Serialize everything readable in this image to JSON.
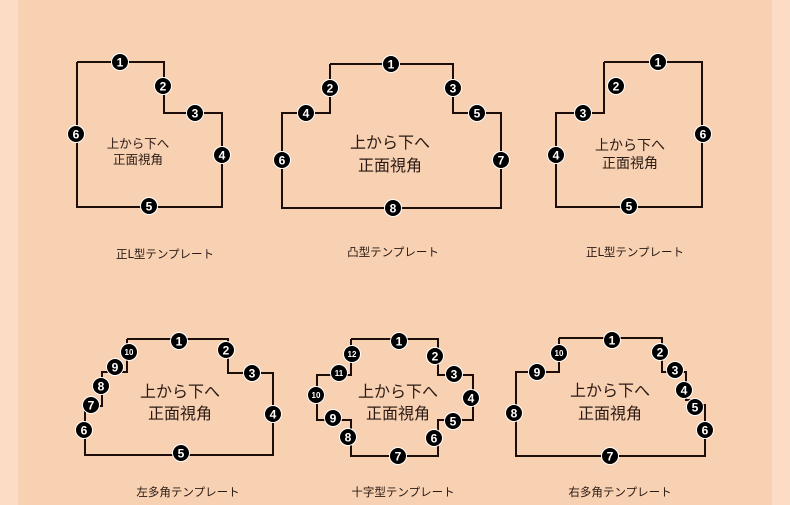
{
  "templates": [
    {
      "caption": "正L型テンプレート",
      "center": [
        "上から下へ",
        "正面視角"
      ],
      "badges": [
        "1",
        "2",
        "3",
        "4",
        "5",
        "6"
      ]
    },
    {
      "caption": "凸型テンプレート",
      "center": [
        "上から下へ",
        "正面視角"
      ],
      "badges": [
        "1",
        "2",
        "3",
        "4",
        "5",
        "6",
        "7",
        "8"
      ]
    },
    {
      "caption": "正L型テンプレート",
      "center": [
        "上から下へ",
        "正面視角"
      ],
      "badges": [
        "1",
        "2",
        "3",
        "4",
        "5",
        "6"
      ]
    },
    {
      "caption": "左多角テンプレート",
      "center": [
        "上から下へ",
        "正面視角"
      ],
      "badges": [
        "1",
        "2",
        "3",
        "4",
        "5",
        "6",
        "7",
        "8",
        "9",
        "10"
      ]
    },
    {
      "caption": "十字型テンプレート",
      "center": [
        "上から下へ",
        "正面視角"
      ],
      "badges": [
        "1",
        "2",
        "3",
        "4",
        "5",
        "6",
        "7",
        "8",
        "9",
        "10",
        "11",
        "12"
      ]
    },
    {
      "caption": "右多角テンプレート",
      "center": [
        "上から下へ",
        "正面視角"
      ],
      "badges": [
        "1",
        "2",
        "3",
        "4",
        "5",
        "6",
        "7",
        "8",
        "9",
        "10"
      ]
    }
  ],
  "colors": {
    "background": "#f8d0b2",
    "side_band": "#fddcc6",
    "outline": "#1d0d0b",
    "badge": "#000000"
  }
}
